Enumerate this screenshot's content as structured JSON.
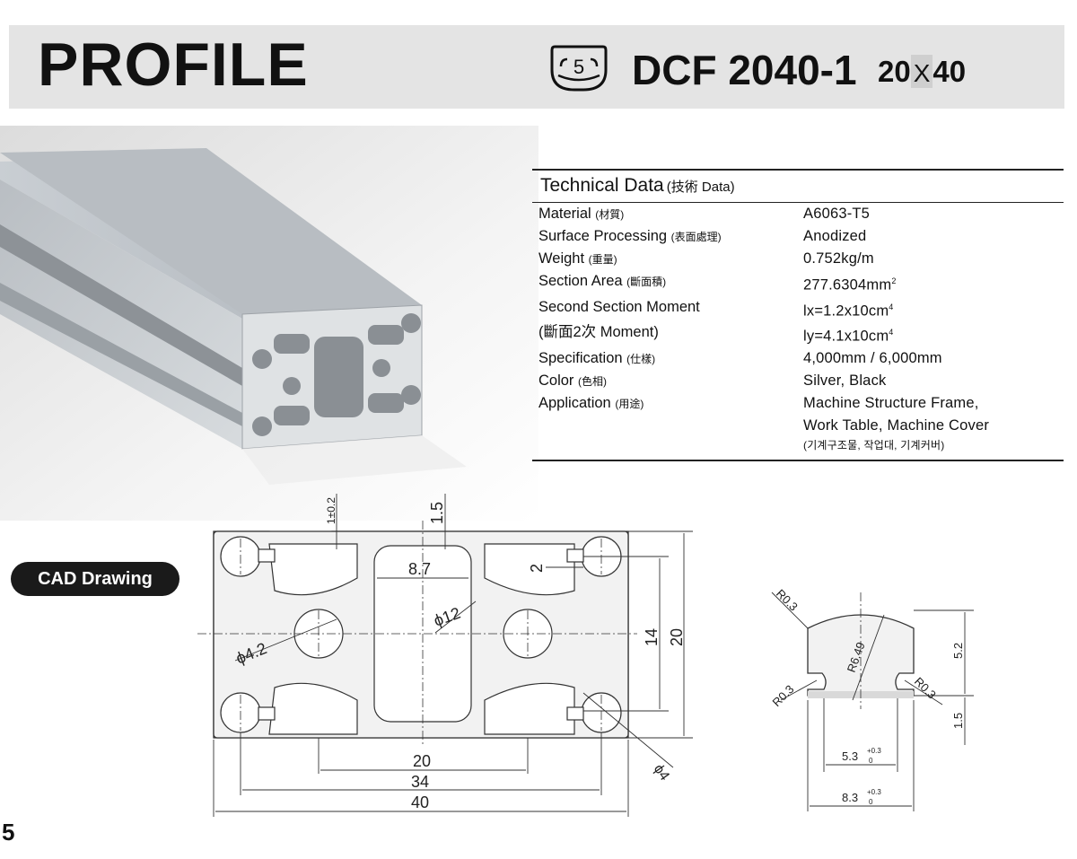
{
  "header": {
    "title": "PROFILE",
    "series_number": "5",
    "model_code": "DCF 2040-1",
    "size_a": "20",
    "size_cross": "X",
    "size_b": "40"
  },
  "tech": {
    "heading": "Technical Data",
    "heading_sub": "(技術  Data)",
    "rows": [
      {
        "label": "Material",
        "label_sub": "(材質)",
        "value": "A6063-T5"
      },
      {
        "label": "Surface Processing",
        "label_sub": "(表面處理)",
        "value": "Anodized"
      },
      {
        "label": "Weight",
        "label_sub": "(重量)",
        "value": "0.752kg/m"
      },
      {
        "label": "Section Area",
        "label_sub": "(斷面積)",
        "value": "277.6304mm",
        "value_sup": "2"
      },
      {
        "label": "Second Section Moment",
        "label_sub": "",
        "value": "lx=1.2x10cm",
        "value_sup": "4"
      },
      {
        "label": "(斷面2次 Moment)",
        "label_sub": "",
        "value": "ly=4.1x10cm",
        "value_sup": "4"
      },
      {
        "label": "Specification",
        "label_sub": "(仕樣)",
        "value": "4,000mm / 6,000mm"
      },
      {
        "label": "Color",
        "label_sub": "(色相)",
        "value": "Silver, Black"
      },
      {
        "label": "Application",
        "label_sub": "(用途)",
        "value": "Machine Structure Frame,"
      }
    ],
    "application_line2": "Work Table, Machine Cover",
    "application_note": "(기계구조물, 작업대, 기계커버)"
  },
  "cad": {
    "badge_label": "CAD Drawing",
    "dims": {
      "top_wall": "1±0.2",
      "slot_depth": "1.5",
      "slot_opening": "8.7",
      "lip": "2",
      "center_hole": "ϕ12",
      "side_hole": "ϕ4.2",
      "inner_height": "14",
      "height": "20",
      "pitch": "20",
      "hole_span": "34",
      "width": "40",
      "corner_hole": "ϕ4"
    },
    "slot_dims": {
      "r_top": "R0.3",
      "r_big": "R6.49",
      "r_left": "R0.3",
      "r_right": "R0.3",
      "height": "5.2",
      "neck": "1.5",
      "neck_width": "5.3",
      "neck_tol_plus": "+0.3",
      "neck_tol_zero": "0",
      "width": "8.3",
      "width_tol_plus": "+0.3",
      "width_tol_zero": "0"
    }
  },
  "page_number": "5",
  "colors": {
    "header_band": "#e4e4e4",
    "badge_bg": "#1a1a1a",
    "profile_fill": "#f2f2f2"
  }
}
